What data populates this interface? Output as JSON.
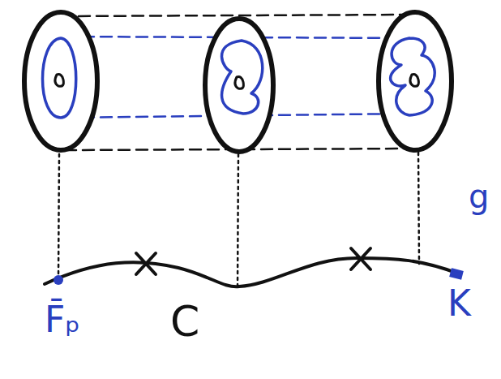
{
  "diagram": {
    "labels": [
      "F̄ₚ",
      "C",
      "K",
      "g"
    ]
  }
}
